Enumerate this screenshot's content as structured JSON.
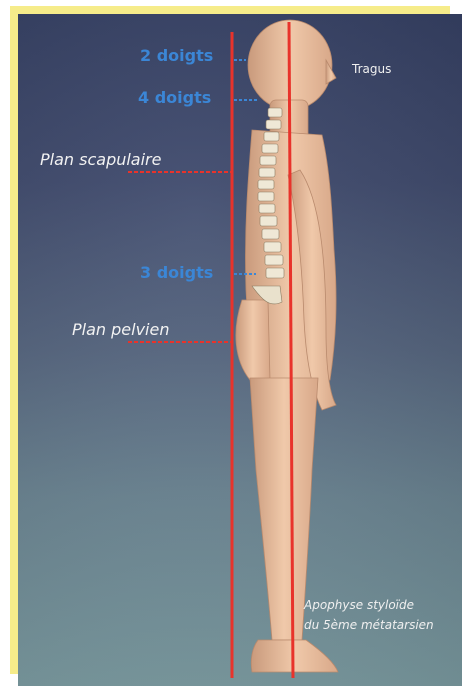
{
  "labels": {
    "two_fingers": "2 doigts",
    "four_fingers": "4 doigts",
    "three_fingers": "3 doigts",
    "scapular_plane": "Plan scapulaire",
    "pelvic_plane": "Plan pelvien",
    "tragus": "Tragus",
    "styloid_line1": "Apophyse styloïde",
    "styloid_line2": "du 5ème métatarsien"
  },
  "colors": {
    "plumb_line": "#e8332b",
    "measure_text": "#3b86d6",
    "background": "#3f4a6d",
    "frame": "#f6ec8a"
  }
}
